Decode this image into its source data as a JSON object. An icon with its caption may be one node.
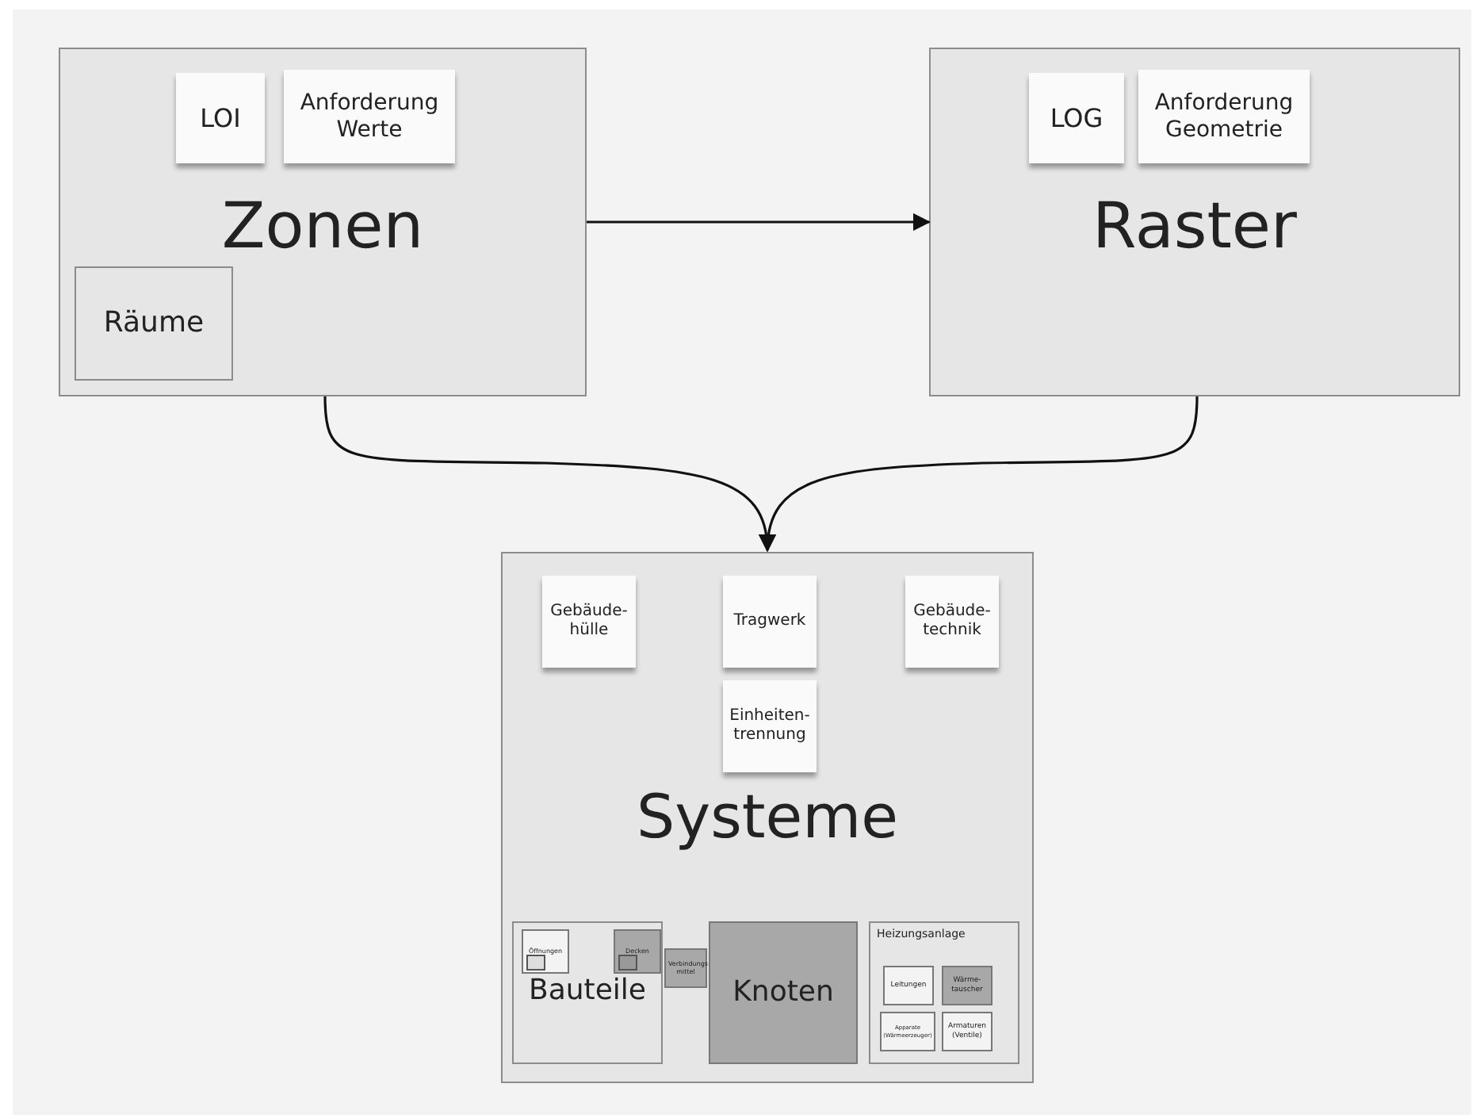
{
  "diagram": {
    "nodes": [
      {
        "text": [
          "Zonen"
        ]
      },
      {
        "text": [
          "LOI"
        ],
        "in": 0
      },
      {
        "text": [
          "Anforderung Werte"
        ],
        "in": 0
      },
      {
        "text": [
          "Räume"
        ],
        "in": 0
      },
      {
        "text": [
          "Raster"
        ]
      },
      {
        "text": [
          "LOG"
        ],
        "in": 4
      },
      {
        "text": [
          "Anforderung Geometrie"
        ],
        "in": 4
      },
      {
        "text": [
          "Systeme"
        ]
      },
      {
        "text": [
          "Gebäude- hülle"
        ],
        "in": 7
      },
      {
        "text": [
          "Tragwerk"
        ],
        "in": 7
      },
      {
        "text": [
          "Gebäude- technik"
        ],
        "in": 7
      },
      {
        "text": [
          "Einheiten- trennung"
        ],
        "in": 7
      },
      {
        "text": [
          "Bauteile"
        ],
        "in": 7
      },
      {
        "text": [
          "Öffnungen"
        ],
        "in": 12
      },
      {
        "text": [
          "Decken"
        ],
        "in": 12
      },
      {
        "text": [
          "Verbindungs- mittel"
        ],
        "in": 7
      },
      {
        "text": [
          "Knoten"
        ],
        "in": 7
      },
      {
        "text": [
          "Heizungsanlage"
        ],
        "in": 7
      },
      {
        "text": [
          "Leitungen"
        ],
        "in": 17
      },
      {
        "text": [
          "Wärme- tauscher"
        ],
        "in": 17
      },
      {
        "text": [
          "Apparate (Wärmeerzeuger)"
        ],
        "in": 17
      },
      {
        "text": [
          "Armaturen (Ventile)"
        ],
        "in": 17
      }
    ],
    "edges": [
      {
        "from": 0,
        "to": 4,
        "arrow": "to"
      },
      {
        "from": 0,
        "to": 7,
        "arrow": "to"
      },
      {
        "from": 4,
        "to": 7,
        "arrow": "to"
      }
    ]
  }
}
